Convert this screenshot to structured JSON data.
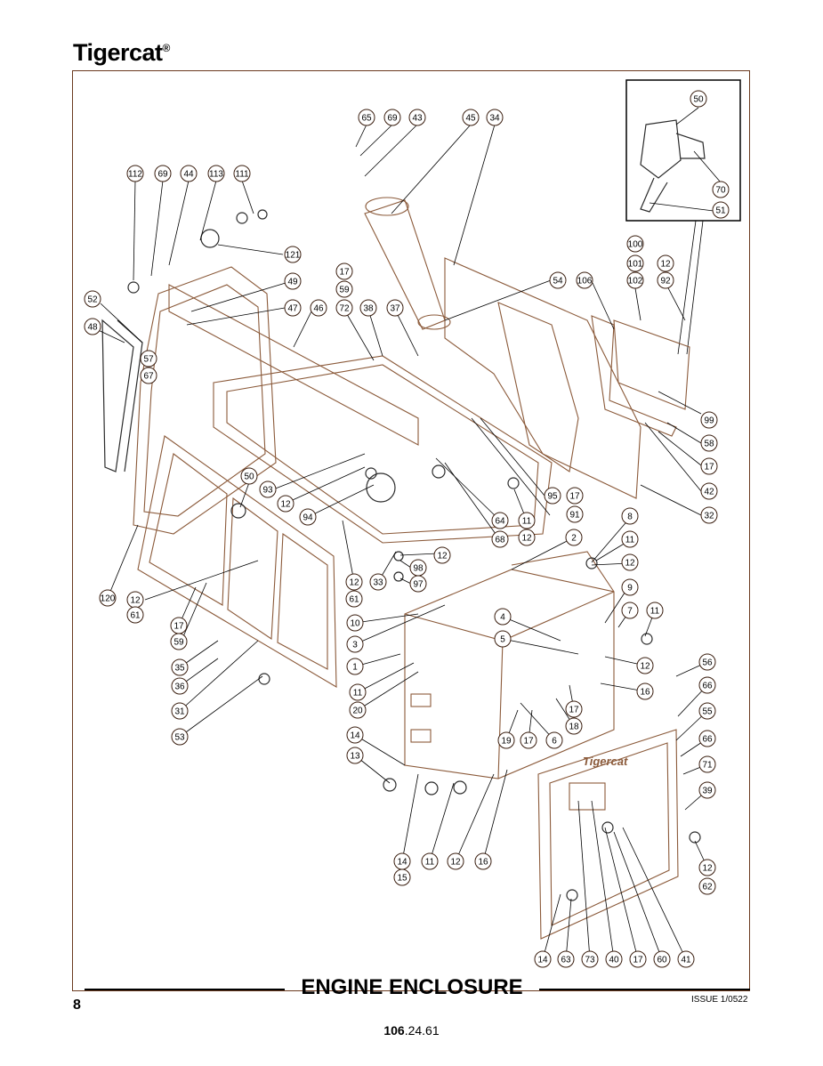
{
  "brand": {
    "name": "Tigercat",
    "mark": "®"
  },
  "title": "ENGINE ENCLOSURE",
  "page_number": "8",
  "issue": "ISSUE 1/0522",
  "doc_number_bold": "106",
  "doc_number_rest": ".24.61",
  "panel_brand": "Tigercat",
  "callouts": [
    {
      "label": "50"
    },
    {
      "label": "70"
    },
    {
      "label": "51"
    },
    {
      "label": "65"
    },
    {
      "label": "69"
    },
    {
      "label": "43"
    },
    {
      "label": "45"
    },
    {
      "label": "34"
    },
    {
      "label": "112"
    },
    {
      "label": "69"
    },
    {
      "label": "44"
    },
    {
      "label": "113"
    },
    {
      "label": "111"
    },
    {
      "label": "121"
    },
    {
      "label": "49"
    },
    {
      "label": "52"
    },
    {
      "label": "47"
    },
    {
      "label": "46"
    },
    {
      "label": "48"
    },
    {
      "label": "57"
    },
    {
      "label": "67"
    },
    {
      "label": "17"
    },
    {
      "label": "59"
    },
    {
      "label": "72"
    },
    {
      "label": "38"
    },
    {
      "label": "37"
    },
    {
      "label": "54"
    },
    {
      "label": "106"
    },
    {
      "label": "100"
    },
    {
      "label": "101"
    },
    {
      "label": "102"
    },
    {
      "label": "12"
    },
    {
      "label": "92"
    },
    {
      "label": "99"
    },
    {
      "label": "58"
    },
    {
      "label": "17"
    },
    {
      "label": "42"
    },
    {
      "label": "32"
    },
    {
      "label": "50"
    },
    {
      "label": "93"
    },
    {
      "label": "12"
    },
    {
      "label": "94"
    },
    {
      "label": "95"
    },
    {
      "label": "17"
    },
    {
      "label": "91"
    },
    {
      "label": "64"
    },
    {
      "label": "68"
    },
    {
      "label": "11"
    },
    {
      "label": "12"
    },
    {
      "label": "8"
    },
    {
      "label": "2"
    },
    {
      "label": "11"
    },
    {
      "label": "12"
    },
    {
      "label": "12"
    },
    {
      "label": "98"
    },
    {
      "label": "97"
    },
    {
      "label": "120"
    },
    {
      "label": "12"
    },
    {
      "label": "61"
    },
    {
      "label": "12"
    },
    {
      "label": "61"
    },
    {
      "label": "33"
    },
    {
      "label": "9"
    },
    {
      "label": "7"
    },
    {
      "label": "11"
    },
    {
      "label": "10"
    },
    {
      "label": "3"
    },
    {
      "label": "4"
    },
    {
      "label": "5"
    },
    {
      "label": "17"
    },
    {
      "label": "59"
    },
    {
      "label": "35"
    },
    {
      "label": "36"
    },
    {
      "label": "1"
    },
    {
      "label": "12"
    },
    {
      "label": "16"
    },
    {
      "label": "56"
    },
    {
      "label": "66"
    },
    {
      "label": "55"
    },
    {
      "label": "11"
    },
    {
      "label": "20"
    },
    {
      "label": "31"
    },
    {
      "label": "17"
    },
    {
      "label": "18"
    },
    {
      "label": "53"
    },
    {
      "label": "19"
    },
    {
      "label": "17"
    },
    {
      "label": "6"
    },
    {
      "label": "66"
    },
    {
      "label": "71"
    },
    {
      "label": "14"
    },
    {
      "label": "13"
    },
    {
      "label": "39"
    },
    {
      "label": "12"
    },
    {
      "label": "62"
    },
    {
      "label": "14"
    },
    {
      "label": "15"
    },
    {
      "label": "11"
    },
    {
      "label": "12"
    },
    {
      "label": "16"
    },
    {
      "label": "14"
    },
    {
      "label": "63"
    },
    {
      "label": "73"
    },
    {
      "label": "40"
    },
    {
      "label": "17"
    },
    {
      "label": "60"
    },
    {
      "label": "41"
    }
  ]
}
